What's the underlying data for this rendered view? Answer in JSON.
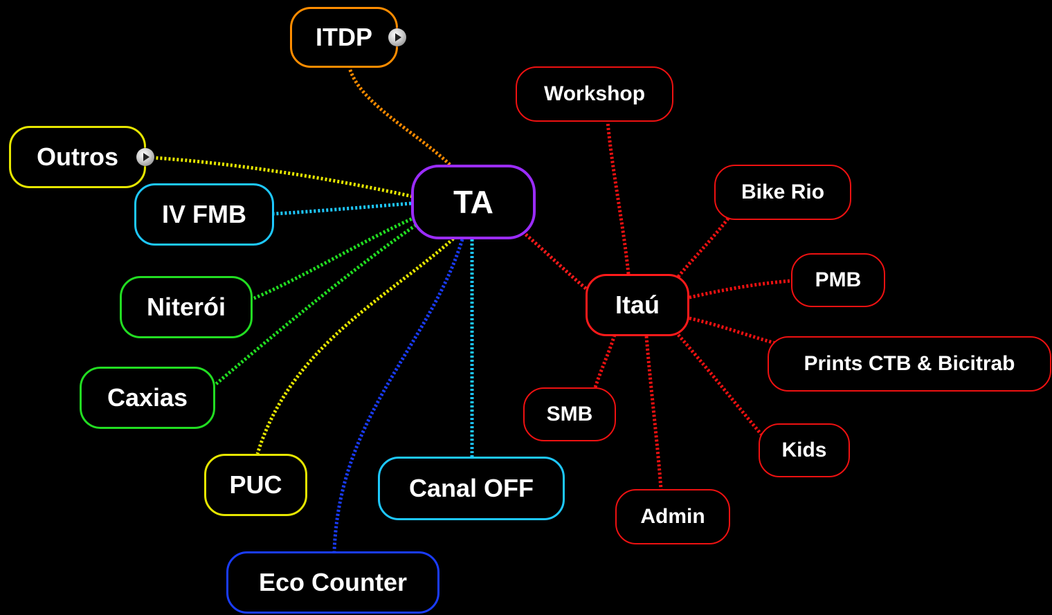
{
  "map": {
    "center": {
      "label": "TA",
      "color": "#9b2cff"
    },
    "branches": {
      "itdp": {
        "label": "ITDP",
        "color": "#ff8c00",
        "collapsed": true
      },
      "outros": {
        "label": "Outros",
        "color": "#e6e600",
        "collapsed": true
      },
      "iv_fmb": {
        "label": "IV FMB",
        "color": "#1ec8ff"
      },
      "niteroi": {
        "label": "Niterói",
        "color": "#22dd22"
      },
      "caxias": {
        "label": "Caxias",
        "color": "#22dd22"
      },
      "puc": {
        "label": "PUC",
        "color": "#e6e600"
      },
      "eco_counter": {
        "label": "Eco Counter",
        "color": "#1a3cff"
      },
      "canal_off": {
        "label": "Canal OFF",
        "color": "#1ec8ff"
      },
      "itau": {
        "label": "Itaú",
        "color": "#ff1a1a"
      }
    },
    "itau_children": {
      "workshop": {
        "label": "Workshop"
      },
      "bike_rio": {
        "label": "Bike Rio"
      },
      "pmb": {
        "label": "PMB"
      },
      "prints": {
        "label": "Prints CTB & Bicitrab"
      },
      "kids": {
        "label": "Kids"
      },
      "admin": {
        "label": "Admin"
      },
      "smb": {
        "label": "SMB"
      }
    },
    "child_color": "#ee1111"
  }
}
